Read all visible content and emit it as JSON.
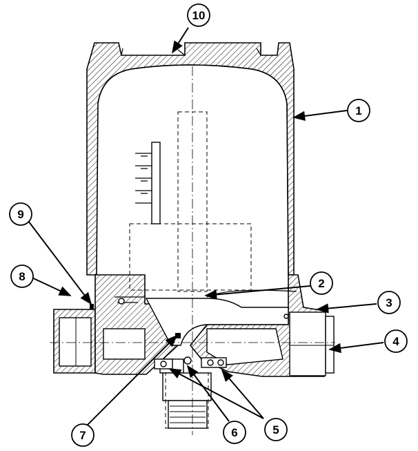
{
  "callouts": [
    {
      "number": "1"
    },
    {
      "number": "2"
    },
    {
      "number": "3"
    },
    {
      "number": "4"
    },
    {
      "number": "5"
    },
    {
      "number": "6"
    },
    {
      "number": "7"
    },
    {
      "number": "8"
    },
    {
      "number": "9"
    },
    {
      "number": "10"
    }
  ]
}
